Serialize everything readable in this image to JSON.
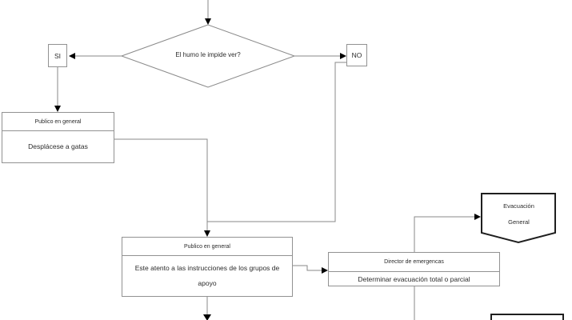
{
  "flow": {
    "decision": {
      "label": "El humo le impide ver?"
    },
    "branch_yes": {
      "label": "SI"
    },
    "branch_no": {
      "label": "NO"
    },
    "step_crawl": {
      "header": "Publico en general",
      "body": "Desplácese a gatas"
    },
    "step_instructions": {
      "header": "Publico en general",
      "body": "Este atento a las instrucciones de los grupos de apoyo"
    },
    "step_director": {
      "header": "Director de emergencas",
      "body": "Determinar evacuación total o parcial"
    },
    "offpage_evacuation": {
      "line1": "Evacuación",
      "line2": "General"
    }
  },
  "colors": {
    "connector": "#8a8a8a",
    "box_border": "#929292",
    "dark_border": "#1f1f1f",
    "arrowhead": "#000000",
    "text": "#2b2b2b",
    "background": "#ffffff"
  }
}
